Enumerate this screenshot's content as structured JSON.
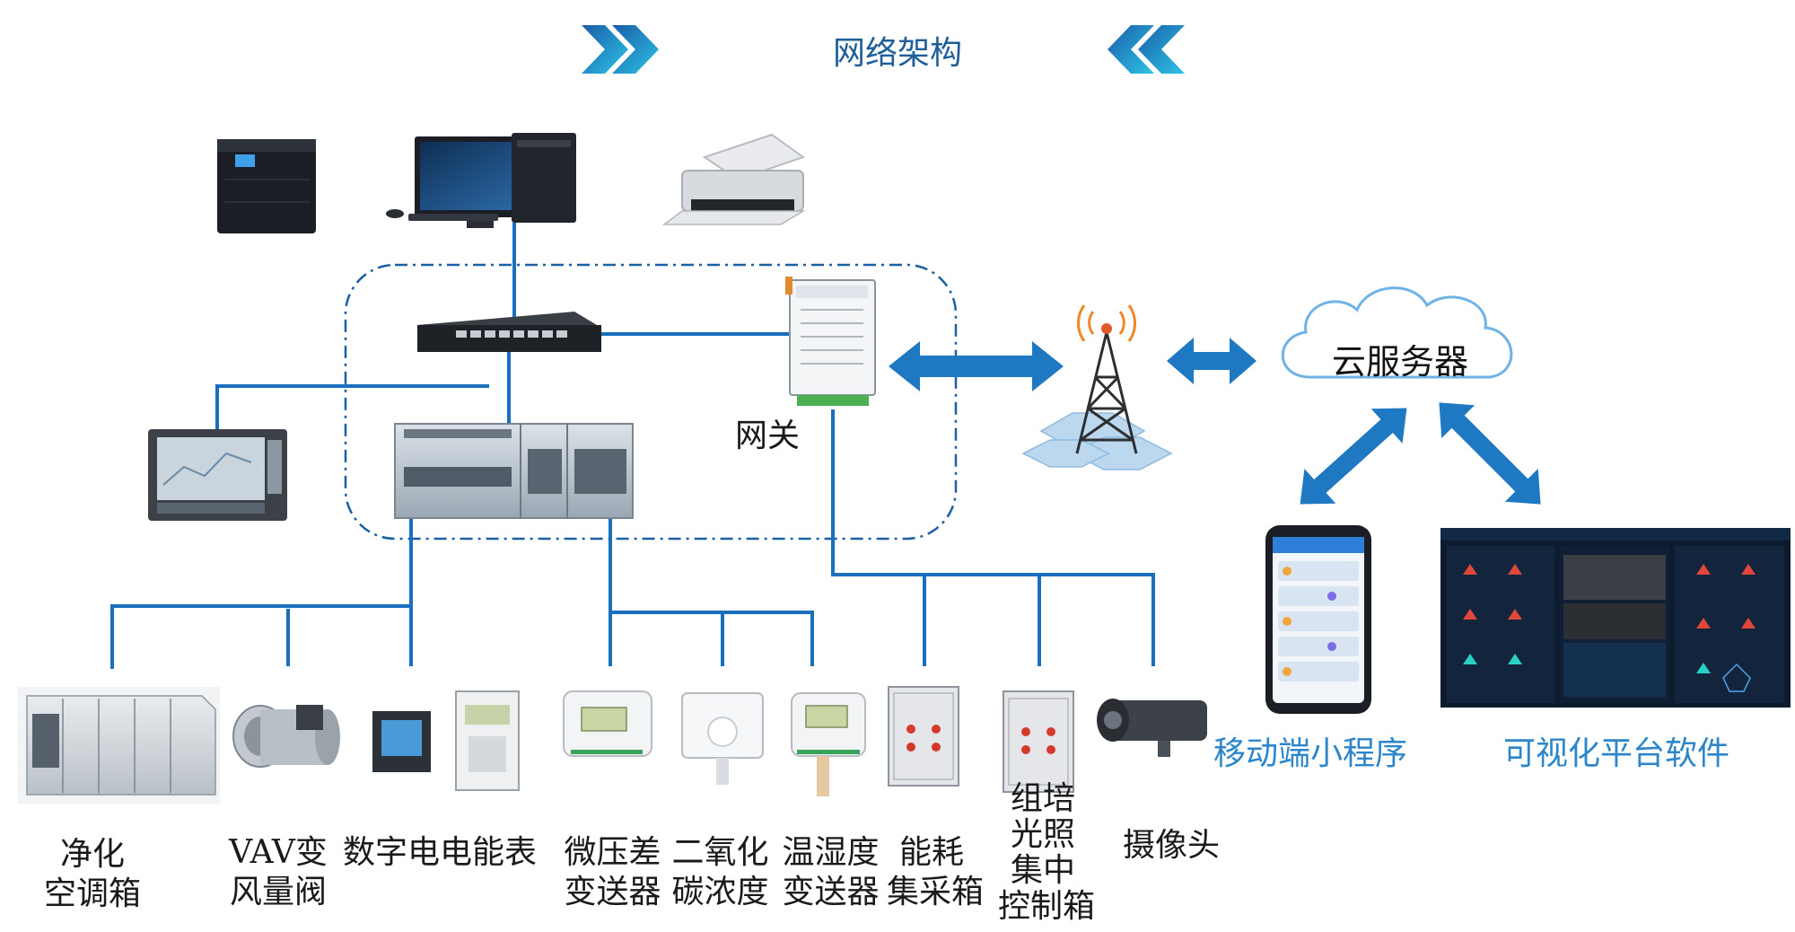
{
  "title": "网络架构",
  "cloud_label": "云服务器",
  "gateway_label": "网关",
  "mobile_label": "移动端小程序",
  "platform_label": "可视化平台软件",
  "devices": [
    {
      "line1": "净化",
      "line2": "空调箱"
    },
    {
      "line1": "VAV变",
      "line2": "风量阀"
    },
    {
      "line1": "数字电电能表",
      "line2": ""
    },
    {
      "line1": "微压差",
      "line2": "变送器"
    },
    {
      "line1": "二氧化",
      "line2": "碳浓度"
    },
    {
      "line1": "温湿度",
      "line2": "变送器"
    },
    {
      "line1": "能耗",
      "line2": "集采箱"
    },
    {
      "line1": "组培",
      "line2": "光照",
      "line3": "集中",
      "line4": "控制箱"
    },
    {
      "line1": "摄像头",
      "line2": ""
    }
  ],
  "colors": {
    "line": "#1b6fbf",
    "arrow": "#1e78c2",
    "title": "#1e5f99",
    "blue_label": "#2c86c9",
    "chevron": "#1aa8d8"
  }
}
